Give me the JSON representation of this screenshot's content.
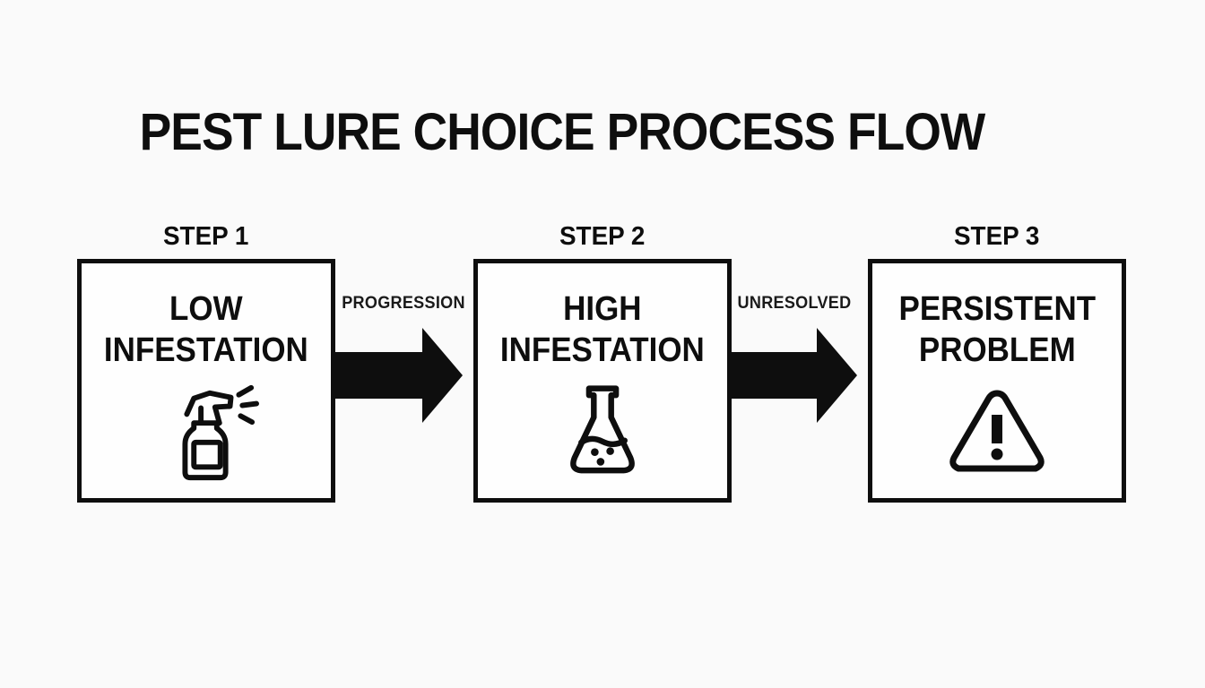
{
  "title": "PEST LURE CHOICE PROCESS FLOW",
  "steps": [
    {
      "step_label": "STEP 1",
      "title_line1": "LOW",
      "title_line2": "INFESTATION",
      "icon": "spray-bottle-icon"
    },
    {
      "step_label": "STEP 2",
      "title_line1": "HIGH",
      "title_line2": "INFESTATION",
      "icon": "flask-icon"
    },
    {
      "step_label": "STEP 3",
      "title_line1": "PERSISTENT",
      "title_line2": "PROBLEM",
      "icon": "warning-triangle-icon"
    }
  ],
  "arrows": [
    {
      "label": "PROGRESSION"
    },
    {
      "label": "UNRESOLVED"
    }
  ],
  "colors": {
    "ink": "#0e0e0e",
    "background": "#fafafa",
    "box_background": "#fefefe"
  }
}
